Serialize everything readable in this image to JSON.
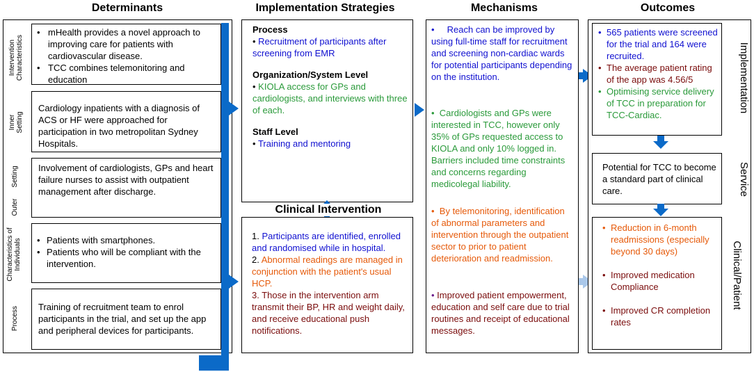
{
  "columns": {
    "determinants": "Determinants",
    "strategies": "Implementation Strategies",
    "mechanisms": "Mechanisms",
    "outcomes": "Outcomes"
  },
  "determinants": [
    {
      "label": "Intervention Characteristics",
      "items": [
        "mHealth provides a novel approach to improving care for patients with cardiovascular disease.",
        "TCC combines telemonitoring and education"
      ]
    },
    {
      "label": "Inner Setting",
      "text": "Cardiology inpatients with a diagnosis of ACS or HF were approached for participation in two metropolitan Sydney Hospitals."
    },
    {
      "label": "Outer Setting",
      "label_top": "Setting",
      "label_bottom": "Outer",
      "text": "Involvement of cardiologists, GPs and heart failure nurses to assist with outpatient management after discharge."
    },
    {
      "label": "Characteristics of Individuals",
      "items": [
        "Patients with smartphones.",
        "Patients who will be compliant with the intervention."
      ]
    },
    {
      "label": "Process",
      "text": "Training of recruitment team to enrol participants in the trial, and set up the app and peripheral devices for participants."
    }
  ],
  "strategies": {
    "process_head": "Process",
    "process_item": "Recruitment of participants after screening from EMR",
    "org_head": "Organization/System Level",
    "org_item": "KIOLA access for GPs and cardiologists, and interviews with three of each.",
    "staff_head": "Staff Level",
    "staff_item": "Training and mentoring"
  },
  "clinical": {
    "title": "Clinical Intervention",
    "item1_num": "1.",
    "item1": "Participants are identified, enrolled and randomised while in hospital.",
    "item2_num": "2.",
    "item2": "Abnormal readings are managed in conjunction with the patient's usual HCP.",
    "item3": "3. Those in the intervention arm transmit their BP, HR and weight daily, and receive educational push notifications."
  },
  "mechanisms": {
    "m1": "Reach can be improved by using full-time staff for recruitment and screening non-cardiac wards for potential participants depending on the institution.",
    "m2": "Cardiologists and GPs were interested in TCC, however only 35% of GPs requested access to KIOLA and only 10% logged in. Barriers included time constraints and concerns regarding medicolegal liability.",
    "m3": "By telemonitoring, identification of abnormal parameters and intervention through the outpatient sector to prior to patient deterioration and readmission.",
    "m4": "Improved patient empowerment, education and self care due to trial routines and receipt of educational messages."
  },
  "outcomes": {
    "implementation_label": "Implementation",
    "service_label": "Service",
    "clinical_label": "Clinical/Patient",
    "impl1": "565 patients were screened for the trial and 164 were recruited.",
    "impl2": "The average patient rating of the app was 4.56/5",
    "impl3": "Optimising service delivery of TCC in preparation for TCC-Cardiac.",
    "service": "Potential for TCC to become a standard part of clinical care.",
    "clin1": "Reduction in 6-month readmissions (especially beyond 30 days)",
    "clin2": "Improved medication Compliance",
    "clin3": "Improved CR completion rates"
  },
  "colors": {
    "arrow": "#0b6ac8",
    "arrow_light": "#aac8ea",
    "blue_text": "#1010d0",
    "green_text": "#2a9a3a",
    "orange_text": "#e65a0a",
    "maroon_text": "#7a0c0c"
  }
}
